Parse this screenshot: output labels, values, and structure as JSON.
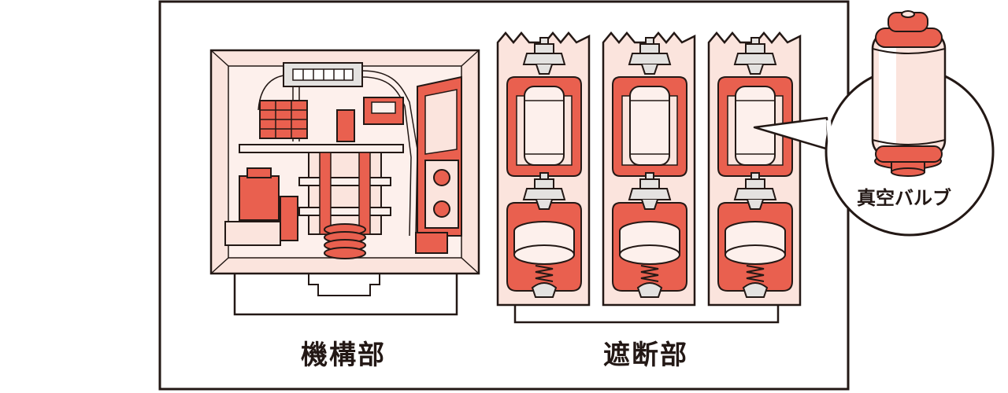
{
  "labels": {
    "mechanism_section": "機構部",
    "breaker_section": "遮断部",
    "callout": "真空バルブ"
  },
  "colors": {
    "outline": "#231815",
    "accent_red": "#e9604f",
    "light_pink": "#fbe4dd",
    "pale_pink": "#fdf0ec",
    "metal_gray": "#e4e2e0"
  }
}
